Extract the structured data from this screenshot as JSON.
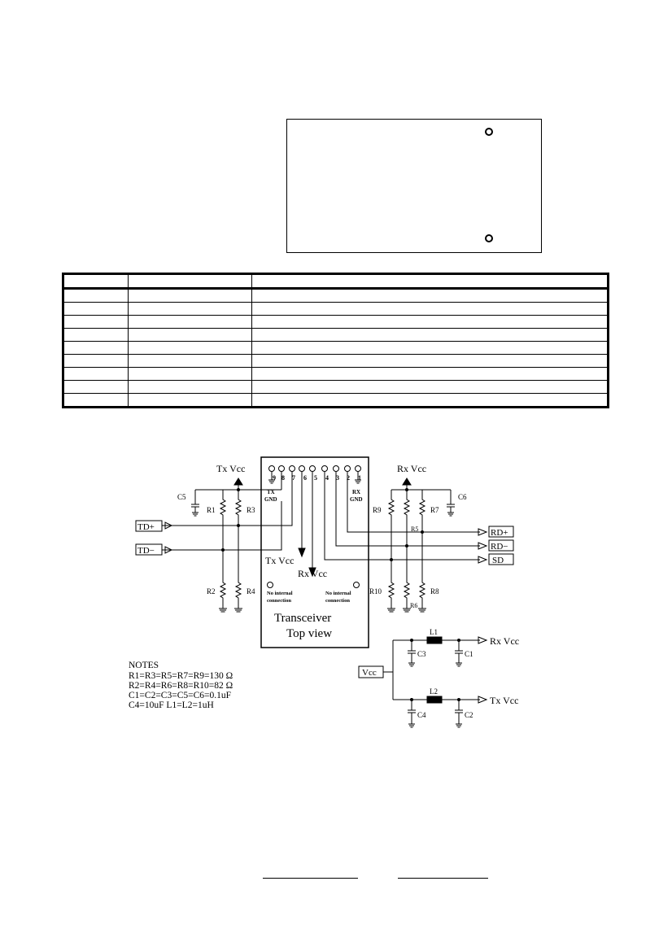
{
  "connector_view": {
    "holes": [
      "mounting-hole-top",
      "mounting-hole-bottom"
    ]
  },
  "pin_table": {
    "columns": [
      "",
      "",
      ""
    ],
    "rows": [
      [
        "",
        "",
        ""
      ],
      [
        "",
        "",
        ""
      ],
      [
        "",
        "",
        ""
      ],
      [
        "",
        "",
        ""
      ],
      [
        "",
        "",
        ""
      ],
      [
        "",
        "",
        ""
      ],
      [
        "",
        "",
        ""
      ],
      [
        "",
        "",
        ""
      ],
      [
        "",
        "",
        ""
      ]
    ]
  },
  "schematic": {
    "tx_vcc_top": "Tx  Vcc",
    "rx_vcc_top": "Rx  Vcc",
    "pin_numbers": [
      "9",
      "8",
      "7",
      "6",
      "5",
      "4",
      "3",
      "2",
      "1"
    ],
    "tx_gnd": [
      "TX",
      "GND"
    ],
    "rx_gnd": [
      "RX",
      "GND"
    ],
    "inputs": [
      "TD+",
      "TD−"
    ],
    "outputs": [
      "RD+",
      "RD−",
      "SD"
    ],
    "tx_vcc_pin": "Tx  Vcc",
    "rx_vcc_pin": "Rx  Vcc",
    "no_connection": [
      "No internal",
      "connection"
    ],
    "module_title": [
      "Transceiver",
      "Top  view"
    ],
    "resistors": [
      "R1",
      "R2",
      "R3",
      "R4",
      "R5",
      "R6",
      "R7",
      "R8",
      "R9",
      "R10"
    ],
    "caps": [
      "C5",
      "C6",
      "C3",
      "C1",
      "C4",
      "C2"
    ],
    "inductors": [
      "L1",
      "L2"
    ],
    "vcc": "Vcc",
    "rx_vcc_out": "Rx  Vcc",
    "tx_vcc_out": "Tx  Vcc"
  },
  "notes": {
    "title": "NOTES",
    "lines": [
      "R1=R3=R5=R7=R9=130 Ω",
      "R2=R4=R6=R8=R10=82 Ω",
      "C1=C2=C3=C5=C6=0.1uF",
      "C4=10uF    L1=L2=1uH"
    ]
  }
}
